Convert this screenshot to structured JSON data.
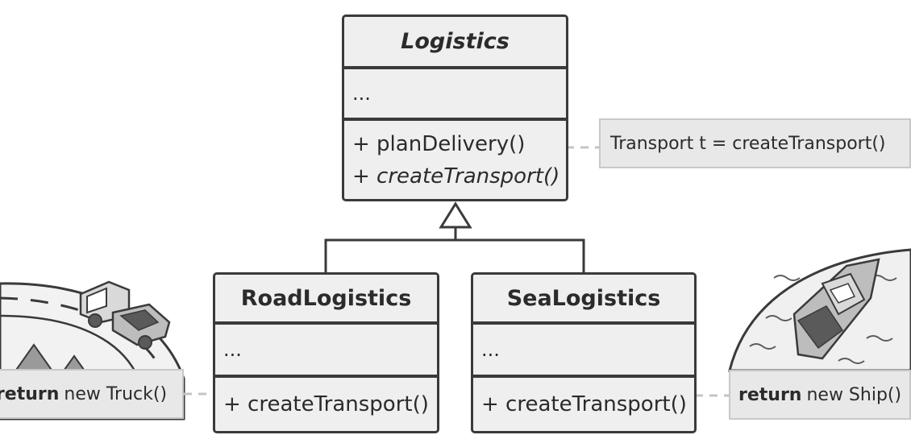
{
  "classes": {
    "logistics": {
      "name": "Logistics",
      "fields": "...",
      "methods": [
        "+ planDelivery()",
        "+ createTransport()"
      ]
    },
    "road_logistics": {
      "name": "RoadLogistics",
      "fields": "...",
      "methods": [
        "+ createTransport()"
      ]
    },
    "sea_logistics": {
      "name": "SeaLogistics",
      "fields": "...",
      "methods": [
        "+ createTransport()"
      ]
    }
  },
  "notes": {
    "plan_delivery": "Transport t = createTransport()",
    "road": {
      "keyword": "return",
      "text": "new Truck()"
    },
    "sea": {
      "keyword": "return",
      "text": "new Ship()"
    }
  },
  "colors": {
    "border": "#3a3a3a",
    "box_fill": "#efefef",
    "note_fill": "#e8e8e8",
    "connector": "#c4c4c4"
  },
  "icons": [
    "truck-icon",
    "tree-icon",
    "ship-icon",
    "road-icon",
    "water-icon"
  ]
}
